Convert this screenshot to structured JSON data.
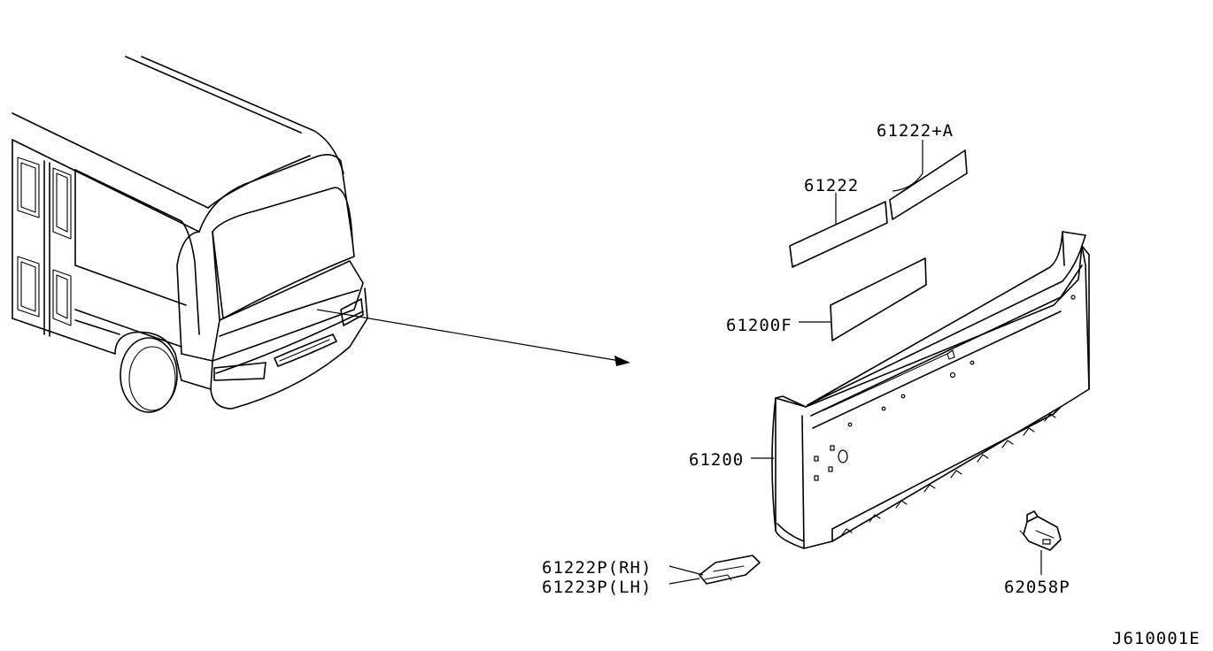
{
  "diagram_code": "J610001E",
  "callouts": {
    "p61222a": "61222+A",
    "p61222": "61222",
    "p61200f": "61200F",
    "p61200": "61200",
    "p61222p": "61222P(RH)",
    "p61223p": "61223P(LH)",
    "p62058p": "62058P"
  },
  "colors": {
    "line": "#000000",
    "background": "#ffffff"
  }
}
